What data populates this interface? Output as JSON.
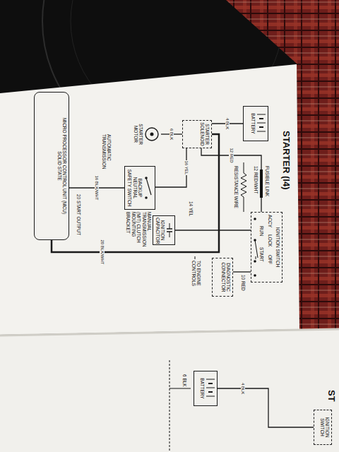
{
  "diagram": {
    "title": "STARTER (I4)",
    "nodes": [
      {
        "text": [
          "IGNITION SWITCH"
        ]
      },
      {
        "text": [
          "BATTERY"
        ]
      },
      {
        "text": [
          "STARTER SOLENOID"
        ]
      },
      {
        "text": [
          "STARTER MOTOR"
        ]
      },
      {
        "text": [
          "BACKUP NEUTRAL SAFETY SWITCH"
        ]
      },
      {
        "text": [
          "IGNITION CAPACITOR"
        ]
      },
      {
        "text": [
          "DIAGNOSTIC CONNECTOR"
        ]
      },
      {
        "text": [
          "MICRO PROCESSOR CONTROL UNIT (MCU)",
          "SOLID STATE"
        ]
      },
      {
        "text": [
          "BATTERY"
        ]
      },
      {
        "text": [
          "IGNITION SWITCH"
        ]
      }
    ],
    "edges": [
      {
        "from": 1,
        "to": 2,
        "label": "4 BLK",
        "arrow": "none"
      },
      {
        "from": 2,
        "to": 3,
        "label": "6 BLK",
        "arrow": "none"
      },
      {
        "from": 0,
        "to": 2,
        "label": "12 RED",
        "arrow": "none"
      },
      {
        "from": 2,
        "to": 4,
        "label": "16 YEL",
        "arrow": "none"
      },
      {
        "from": 7,
        "to": 2,
        "label": "20 BLK/WHT",
        "arrow": "none"
      },
      {
        "from": 0,
        "to": 6,
        "arrow": "none"
      },
      {
        "from": 4,
        "to": 7,
        "label": "16 BLK/WHT",
        "arrow": "none"
      },
      {
        "from": 5,
        "to": 0,
        "arrow": "none"
      },
      {
        "from": 8,
        "to": 9,
        "label": "4 BLK",
        "arrow": "none"
      }
    ],
    "labels": [
      "FUSIBLE LINK",
      "12 RED/WHT",
      "RESISTANCE WIRE",
      "MANUAL TRANSMISSION (M/T) CLUTCH MOUNTING BRACKET",
      "AUTOMATIC TRANSMISSION",
      "TO ENGINE CONTROLS",
      "20 START OUTPUT",
      "ACCY",
      "LOCK",
      "OFF",
      "RUN",
      "START",
      "14 YEL",
      "10 RED",
      "ST",
      "6 BLK"
    ]
  }
}
